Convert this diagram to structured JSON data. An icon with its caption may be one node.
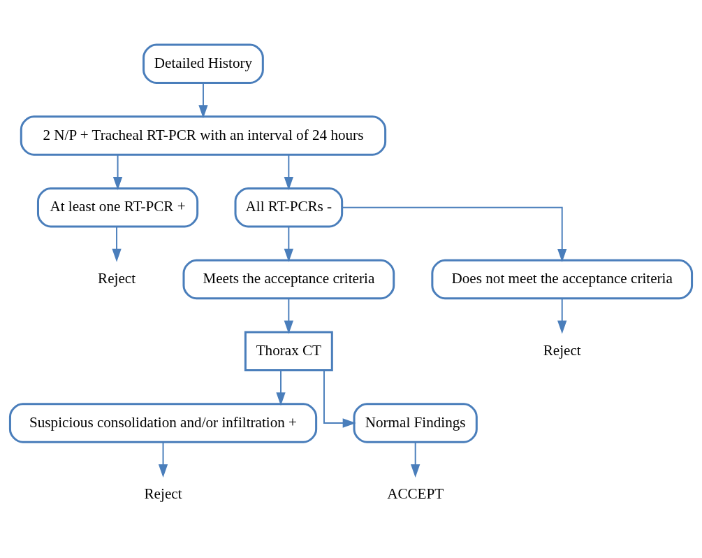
{
  "diagram": {
    "nodes": [
      {
        "text": [
          "Detailed History"
        ]
      },
      {
        "text": [
          "2 N/P + Tracheal RT-PCR with an interval of 24 hours"
        ]
      },
      {
        "text": [
          "At least one RT-PCR +"
        ]
      },
      {
        "text": [
          "All RT-PCRs -"
        ]
      },
      {
        "text": [
          "Reject"
        ]
      },
      {
        "text": [
          "Meets the acceptance criteria"
        ]
      },
      {
        "text": [
          "Does not meet the acceptance criteria"
        ]
      },
      {
        "text": [
          "Thorax CT"
        ]
      },
      {
        "text": [
          "Reject"
        ]
      },
      {
        "text": [
          "Suspicious consolidation and/or infiltration +"
        ]
      },
      {
        "text": [
          "Normal Findings"
        ]
      },
      {
        "text": [
          "Reject"
        ]
      },
      {
        "text": [
          "ACCEPT"
        ]
      }
    ],
    "edges": [
      {
        "from": 0,
        "to": 1,
        "arrow": "to"
      },
      {
        "from": 1,
        "to": 2,
        "arrow": "to"
      },
      {
        "from": 1,
        "to": 3,
        "arrow": "to"
      },
      {
        "from": 2,
        "to": 4,
        "arrow": "to"
      },
      {
        "from": 3,
        "to": 5,
        "arrow": "to"
      },
      {
        "from": 3,
        "to": 6,
        "arrow": "to"
      },
      {
        "from": 5,
        "to": 7,
        "arrow": "to"
      },
      {
        "from": 6,
        "to": 8,
        "arrow": "to"
      },
      {
        "from": 7,
        "to": 9,
        "arrow": "to"
      },
      {
        "from": 7,
        "to": 10,
        "arrow": "to"
      },
      {
        "from": 9,
        "to": 11,
        "arrow": "to"
      },
      {
        "from": 10,
        "to": 12,
        "arrow": "to"
      }
    ]
  }
}
